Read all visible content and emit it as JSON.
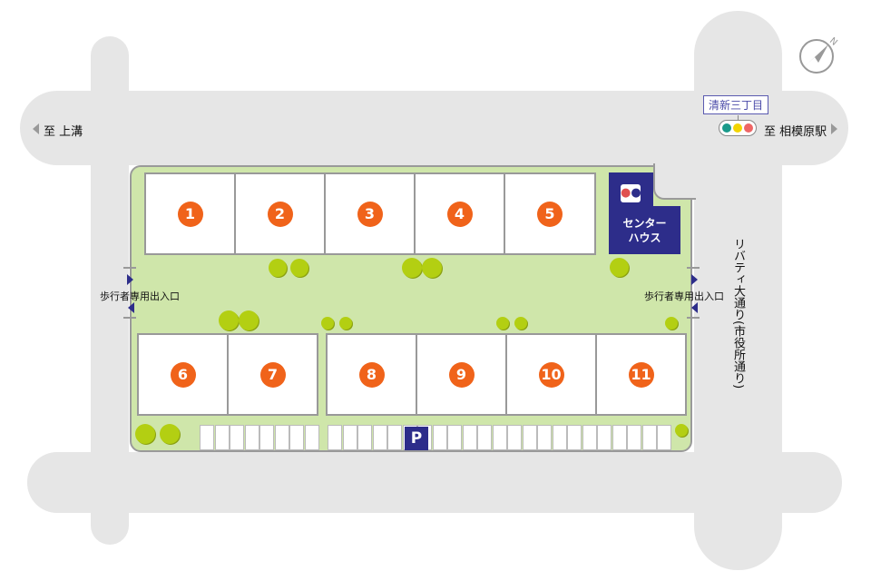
{
  "roads": {
    "west_label": "至 上溝",
    "east_label": "至 相模原駅",
    "intersection_label": "清新三丁目",
    "avenue_label": "リバティ大通り(市役所通り)"
  },
  "entrance_label": "歩行者専用出入口",
  "center_house": {
    "line1": "センター",
    "line2": "ハウス",
    "icon": "restroom-icon"
  },
  "parking": {
    "label": "P"
  },
  "lots_top": [
    "1",
    "2",
    "3",
    "4",
    "5"
  ],
  "lots_bottom": [
    "6",
    "7",
    "8",
    "9",
    "10",
    "11"
  ],
  "colors": {
    "lot_number": "#f0631a",
    "center_house": "#2d2d8a",
    "park": "#cfe6aa",
    "road": "#e6e6e6",
    "tree": "#b3cf12"
  },
  "traffic_light": [
    "#1a9a8a",
    "#f2d400",
    "#ee6666"
  ]
}
